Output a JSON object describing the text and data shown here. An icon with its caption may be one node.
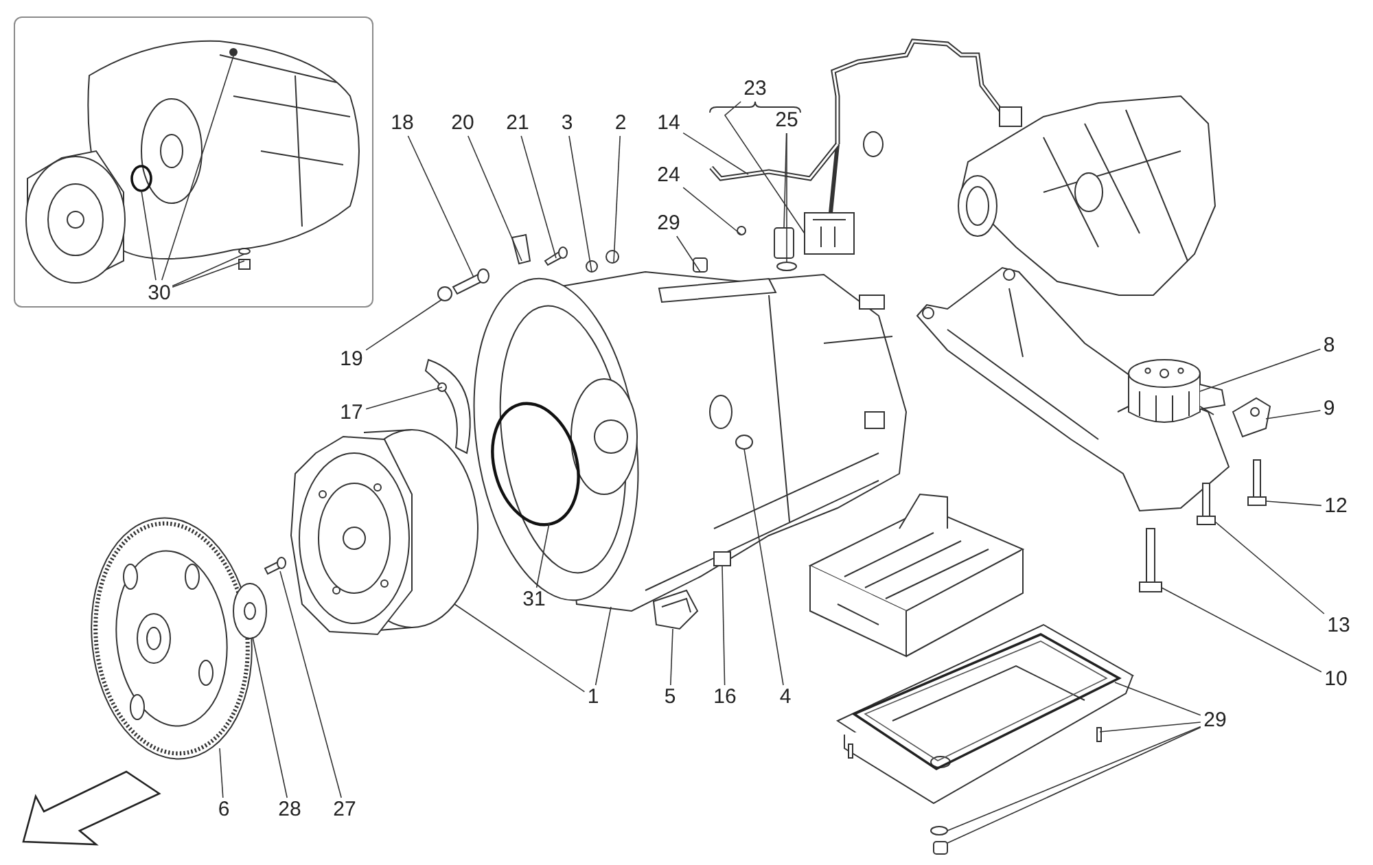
{
  "diagram": {
    "nodes": [
      {
        "text": [],
        "shape": "box"
      },
      {
        "text": [
          "30"
        ],
        "in": 0
      },
      {
        "text": [
          "23"
        ]
      },
      {
        "text": [
          "25"
        ]
      },
      {
        "text": [
          "18"
        ]
      },
      {
        "text": [
          "20"
        ]
      },
      {
        "text": [
          "21"
        ]
      },
      {
        "text": [
          "3"
        ]
      },
      {
        "text": [
          "2"
        ]
      },
      {
        "text": [
          "14"
        ]
      },
      {
        "text": [
          "24"
        ]
      },
      {
        "text": [
          "29"
        ]
      },
      {
        "text": [
          "8"
        ]
      },
      {
        "text": [
          "19"
        ]
      },
      {
        "text": [
          "9"
        ]
      },
      {
        "text": [
          "17"
        ]
      },
      {
        "text": [
          "12"
        ]
      },
      {
        "text": [
          "31"
        ]
      },
      {
        "text": [
          "13"
        ]
      },
      {
        "text": [
          "10"
        ]
      },
      {
        "text": [
          "1"
        ]
      },
      {
        "text": [
          "5"
        ]
      },
      {
        "text": [
          "16"
        ]
      },
      {
        "text": [
          "4"
        ]
      },
      {
        "text": [
          "29"
        ]
      },
      {
        "text": [
          "6"
        ]
      },
      {
        "text": [
          "28"
        ]
      },
      {
        "text": [
          "27"
        ]
      },
      {
        "text": [],
        "shape": "circle",
        "in": 0
      },
      {
        "text": [],
        "shape": "circle",
        "in": 0
      },
      {
        "text": [],
        "shape": "circle",
        "in": 0
      },
      {
        "text": [],
        "shape": "box",
        "in": 0
      },
      {
        "text": [],
        "shape": "picture"
      },
      {
        "text": [],
        "shape": "picture"
      },
      {
        "text": [],
        "shape": "circle"
      },
      {
        "text": [],
        "shape": "box"
      },
      {
        "text": [],
        "shape": "circle"
      },
      {
        "text": [],
        "shape": "picture"
      },
      {
        "text": [],
        "shape": "box"
      },
      {
        "text": [],
        "shape": "picture"
      },
      {
        "text": [],
        "shape": "circle"
      },
      {
        "text": [],
        "shape": "circle"
      },
      {
        "text": [],
        "shape": "box"
      },
      {
        "text": [],
        "shape": "picture"
      },
      {
        "text": [],
        "shape": "circle"
      },
      {
        "text": [],
        "shape": "picture"
      },
      {
        "text": [],
        "shape": "picture"
      },
      {
        "text": [],
        "shape": "picture"
      },
      {
        "text": [],
        "shape": "circle"
      },
      {
        "text": [],
        "shape": "picture"
      },
      {
        "text": [],
        "shape": "picture"
      },
      {
        "text": [],
        "shape": "picture"
      },
      {
        "text": [],
        "shape": "picture"
      },
      {
        "text": [],
        "shape": "picture"
      },
      {
        "text": [],
        "shape": "box",
        "in": 52
      },
      {
        "text": [],
        "shape": "circle",
        "in": 52
      },
      {
        "text": [],
        "shape": "picture"
      },
      {
        "text": [],
        "shape": "box"
      },
      {
        "text": [],
        "shape": "circle"
      },
      {
        "text": [],
        "shape": "box"
      },
      {
        "text": [],
        "shape": "picture"
      },
      {
        "text": [],
        "shape": "picture"
      },
      {
        "text": [],
        "shape": "picture"
      }
    ],
    "edges": [
      {
        "from": 1,
        "to": 28,
        "arrow": "none"
      },
      {
        "from": 1,
        "to": 29,
        "arrow": "none"
      },
      {
        "from": 1,
        "to": 30,
        "arrow": "none"
      },
      {
        "from": 1,
        "to": 31,
        "arrow": "none"
      },
      {
        "from": 2,
        "to": 32,
        "arrow": "none"
      },
      {
        "from": 3,
        "to": 35,
        "arrow": "none"
      },
      {
        "from": 3,
        "to": 36,
        "arrow": "none"
      },
      {
        "from": 4,
        "to": 37,
        "arrow": "none"
      },
      {
        "from": 5,
        "to": 38,
        "arrow": "none"
      },
      {
        "from": 6,
        "to": 39,
        "arrow": "none"
      },
      {
        "from": 7,
        "to": 40,
        "arrow": "none"
      },
      {
        "from": 8,
        "to": 41,
        "arrow": "none"
      },
      {
        "from": 9,
        "to": 33,
        "arrow": "none"
      },
      {
        "from": 10,
        "to": 34,
        "arrow": "none"
      },
      {
        "from": 11,
        "to": 42,
        "arrow": "none"
      },
      {
        "from": 12,
        "to": 43,
        "arrow": "none"
      },
      {
        "from": 13,
        "to": 44,
        "arrow": "none"
      },
      {
        "from": 14,
        "to": 45,
        "arrow": "none"
      },
      {
        "from": 15,
        "to": 46,
        "arrow": "none"
      },
      {
        "from": 16,
        "to": 47,
        "arrow": "none"
      },
      {
        "from": 17,
        "to": 48,
        "arrow": "none"
      },
      {
        "from": 18,
        "to": 49,
        "arrow": "none"
      },
      {
        "from": 19,
        "to": 50,
        "arrow": "none"
      },
      {
        "from": 20,
        "to": 51,
        "arrow": "none"
      },
      {
        "from": 20,
        "to": 52,
        "arrow": "none"
      },
      {
        "from": 21,
        "to": 53,
        "arrow": "none"
      },
      {
        "from": 22,
        "to": 54,
        "arrow": "none"
      },
      {
        "from": 23,
        "to": 55,
        "arrow": "none"
      },
      {
        "from": 24,
        "to": 56,
        "arrow": "none"
      },
      {
        "from": 24,
        "to": 57,
        "arrow": "none"
      },
      {
        "from": 24,
        "to": 58,
        "arrow": "none"
      },
      {
        "from": 24,
        "to": 59,
        "arrow": "none"
      },
      {
        "from": 25,
        "to": 60,
        "arrow": "none"
      },
      {
        "from": 26,
        "to": 61,
        "arrow": "none"
      },
      {
        "from": 27,
        "to": 62,
        "arrow": "none"
      }
    ]
  }
}
